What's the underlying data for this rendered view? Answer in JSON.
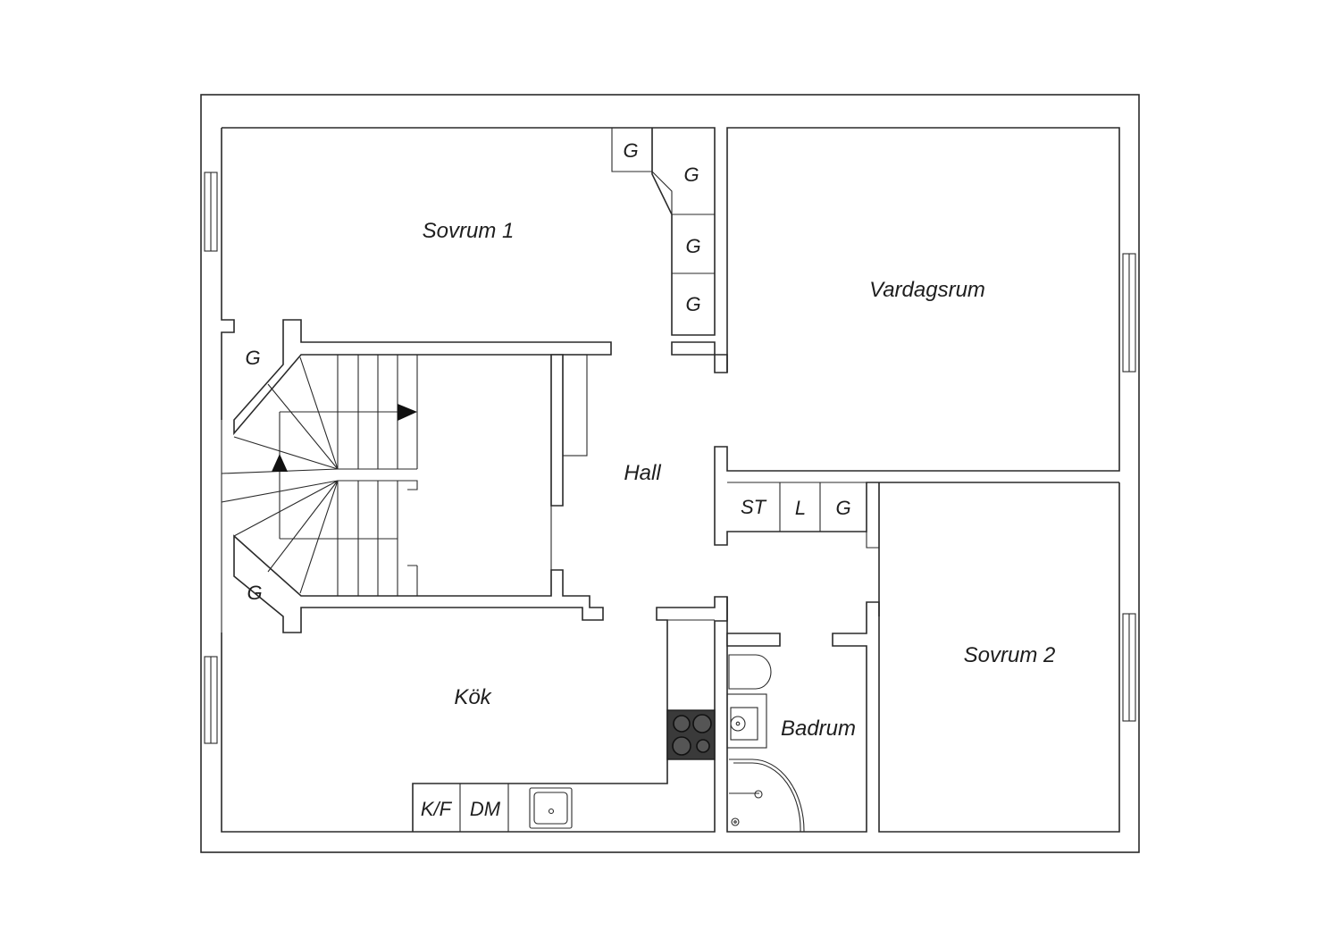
{
  "plan": {
    "rooms": {
      "sovrum1": "Sovrum 1",
      "vardagsrum": "Vardagsrum",
      "hall": "Hall",
      "kok": "Kök",
      "badrum": "Badrum",
      "sovrum2": "Sovrum 2"
    },
    "closets": {
      "g_top_small": "G",
      "g_top_corner": "G",
      "g_right_1": "G",
      "g_right_2": "G",
      "g_stair_top": "G",
      "g_stair_bottom": "G",
      "st": "ST",
      "l": "L",
      "g_hall": "G"
    },
    "kitchen": {
      "kf": "K/F",
      "dm": "DM"
    }
  }
}
